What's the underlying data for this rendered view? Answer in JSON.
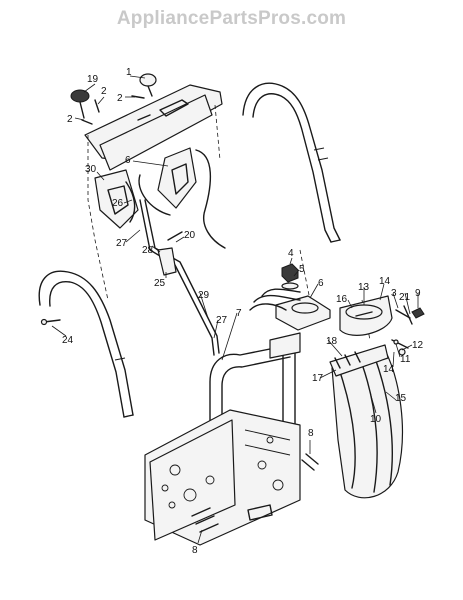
{
  "watermark": "AppliancePartsPros.com",
  "callouts": [
    "1",
    "2",
    "2",
    "2",
    "19",
    "6",
    "30",
    "26",
    "27",
    "28",
    "20",
    "25",
    "29",
    "27",
    "4",
    "5",
    "6",
    "13",
    "14",
    "16",
    "3",
    "21",
    "9",
    "12",
    "11",
    "14",
    "18",
    "17",
    "10",
    "15",
    "7",
    "8",
    "8",
    "24"
  ]
}
